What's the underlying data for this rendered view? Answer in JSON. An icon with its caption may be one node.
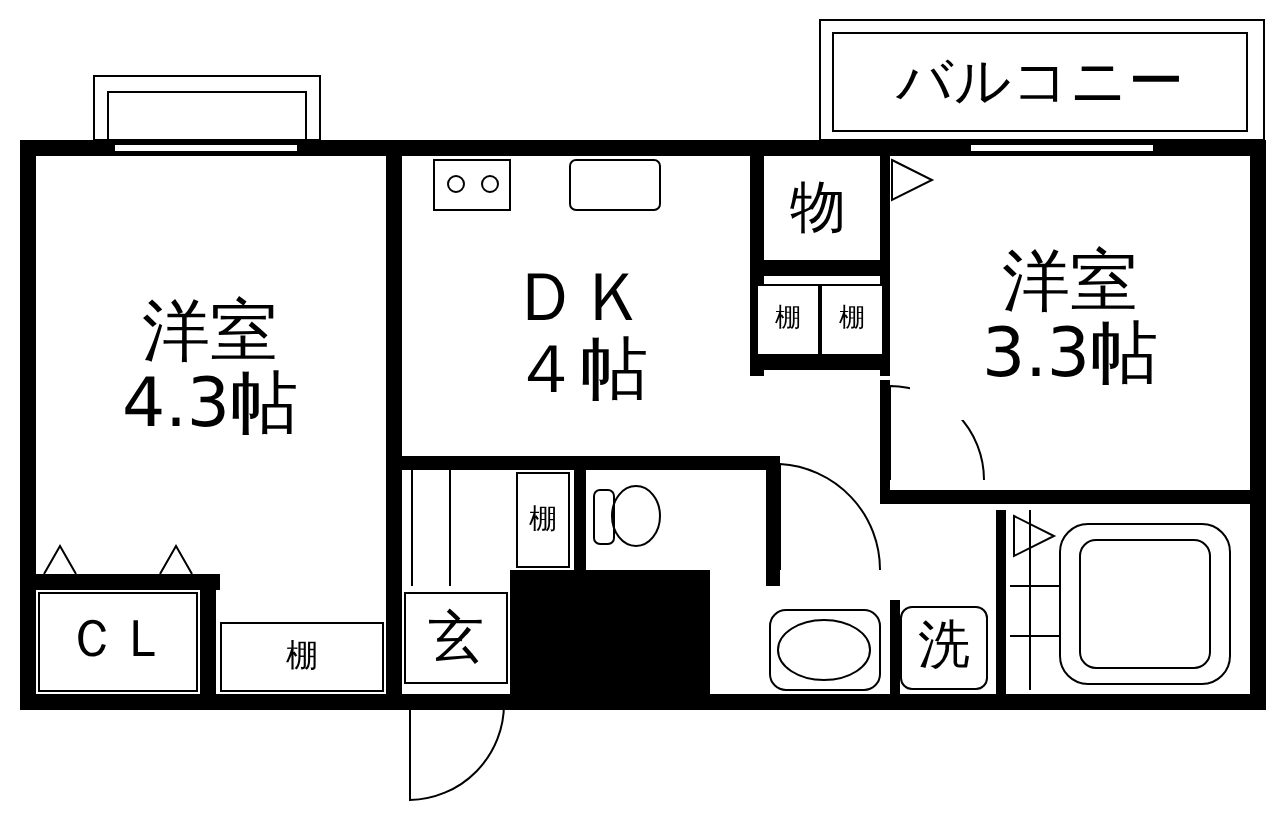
{
  "diagram": {
    "nodes": [
      {
        "text": [
          "洋室",
          "4.3帖"
        ]
      },
      {
        "text": [
          "ＤＫ",
          "４帖"
        ]
      },
      {
        "text": [
          "洋室",
          "3.3帖"
        ]
      },
      {
        "text": [
          "バルコニー"
        ]
      },
      {
        "text": [
          "ＣＬ"
        ]
      },
      {
        "text": [
          "棚"
        ]
      },
      {
        "text": [
          "玄"
        ]
      },
      {
        "text": [
          "棚"
        ]
      },
      {
        "text": [
          "物"
        ]
      },
      {
        "text": [
          "棚"
        ]
      },
      {
        "text": [
          "棚"
        ]
      },
      {
        "text": [
          "洗"
        ]
      }
    ]
  }
}
